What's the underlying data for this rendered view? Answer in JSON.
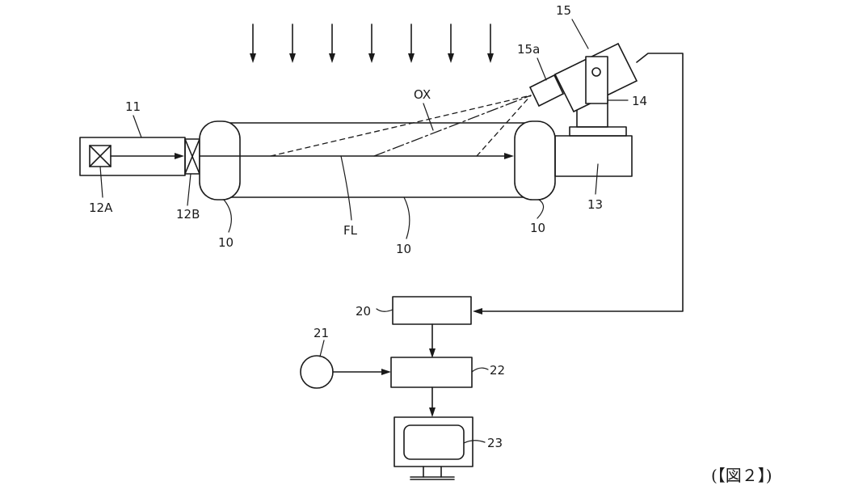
{
  "figure": {
    "caption": "(【図２】)",
    "labels": {
      "l11": "11",
      "l12A": "12A",
      "l12B": "12B",
      "l10_left": "10",
      "l10_mid": "10",
      "l10_right": "10",
      "lFL": "FL",
      "lOX": "OX",
      "l13": "13",
      "l14": "14",
      "l15": "15",
      "l15a": "15a",
      "l20": "20",
      "l21": "21",
      "l22": "22",
      "l23": "23"
    }
  }
}
